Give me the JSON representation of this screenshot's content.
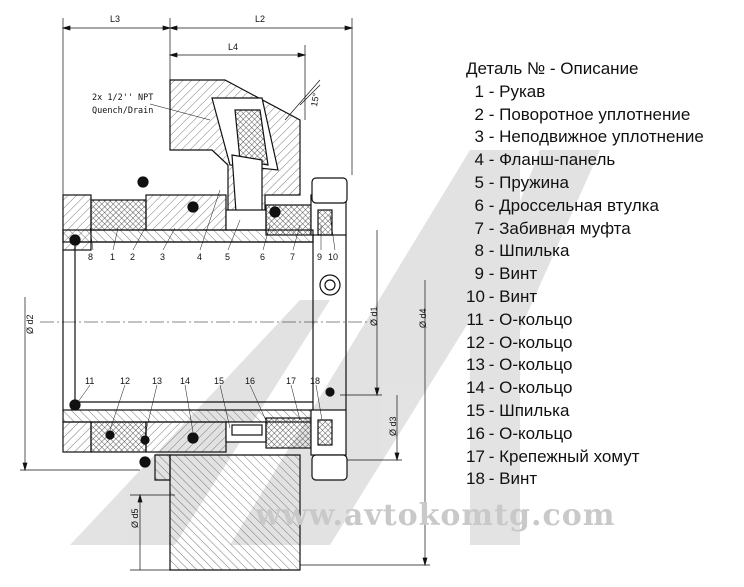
{
  "legend": {
    "title": "Деталь № - Описание",
    "items": [
      {
        "num": "1",
        "text": "- Рукав"
      },
      {
        "num": "2",
        "text": "- Поворотное уплотнение"
      },
      {
        "num": "3",
        "text": "- Неподвижное уплотнение"
      },
      {
        "num": "4",
        "text": "- Фланш-панель"
      },
      {
        "num": "5",
        "text": "- Пружина"
      },
      {
        "num": "6",
        "text": "- Дроссельная втулка"
      },
      {
        "num": "7",
        "text": "- Забивная муфта"
      },
      {
        "num": "8",
        "text": "- Шпилька"
      },
      {
        "num": "9",
        "text": "- Винт"
      },
      {
        "num": "10",
        "text": "- Винт"
      },
      {
        "num": "11",
        "text": "- О-кольцо"
      },
      {
        "num": "12",
        "text": "- О-кольцо"
      },
      {
        "num": "13",
        "text": "- О-кольцо"
      },
      {
        "num": "14",
        "text": "- О-кольцо"
      },
      {
        "num": "15",
        "text": "- Шпилька"
      },
      {
        "num": "16",
        "text": "- О-кольцо"
      },
      {
        "num": "17",
        "text": "- Крепежный хомут"
      },
      {
        "num": "18",
        "text": "- Винт"
      }
    ]
  },
  "dimensions": {
    "l3": "L3",
    "l2": "L2",
    "l4": "L4",
    "angle": "15°",
    "d1": "Ø d1",
    "d2": "Ø d2",
    "d3": "Ø d3",
    "d4": "Ø d4",
    "d5": "Ø d5"
  },
  "port_note": {
    "line1": "2x 1/2'' NPT",
    "line2": "Quench/Drain"
  },
  "callouts_top": [
    "8",
    "1",
    "2",
    "3",
    "4",
    "5",
    "6",
    "7",
    "9",
    "10"
  ],
  "callouts_bottom": [
    "11",
    "12",
    "13",
    "14",
    "15",
    "16",
    "17",
    "18"
  ],
  "watermark": "www.avtokomtg.com",
  "colors": {
    "line": "#111111",
    "hatch": "#333333",
    "watermark_gray": "#d2d2d2",
    "background": "#ffffff"
  }
}
